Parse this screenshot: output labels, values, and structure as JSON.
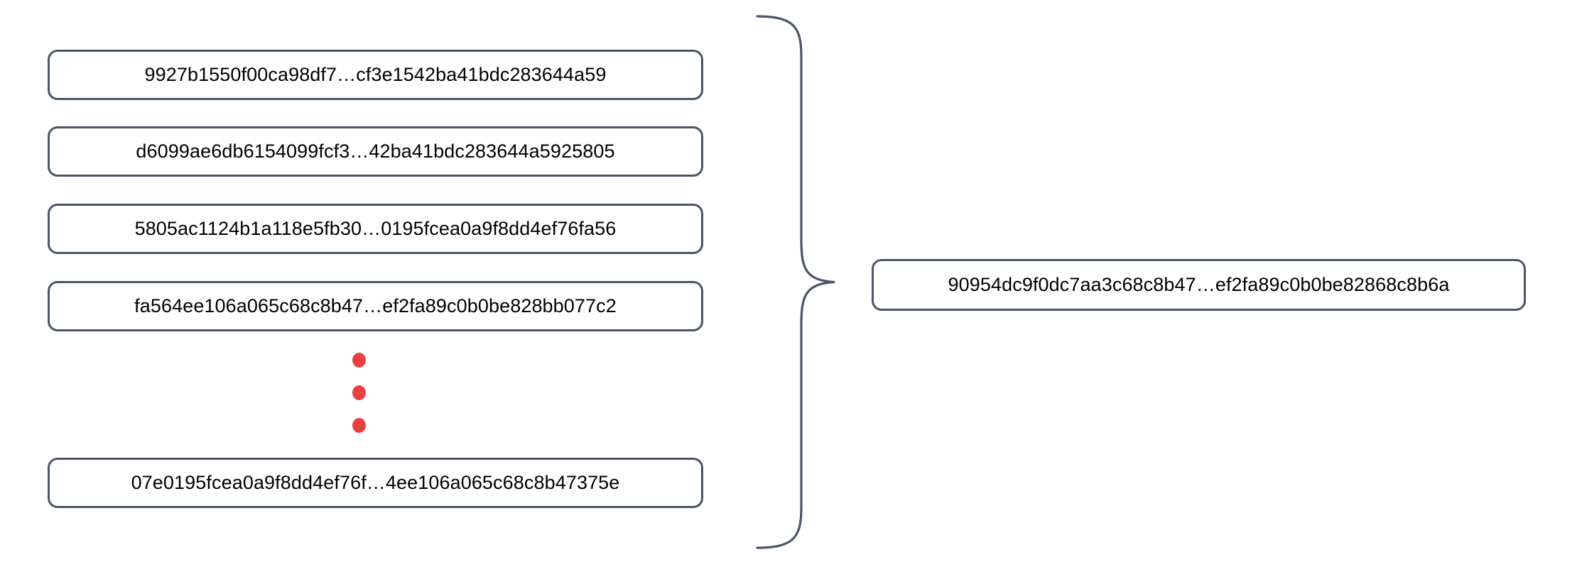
{
  "diagram": {
    "type": "hash-aggregation-brace",
    "title": "",
    "colors": {
      "box_border": "#4a5569",
      "box_fill": "#ffffff",
      "text": "#000000",
      "dot": "#e8413f",
      "brace_stroke": "#4a5569",
      "background": "#ffffff"
    },
    "inputs": {
      "group_label": "input-hash-list",
      "items": [
        {
          "id": "hash-1",
          "text": "9927b1550f00ca98df7…cf3e1542ba41bdc283644a59"
        },
        {
          "id": "hash-2",
          "text": "d6099ae6db6154099fcf3…42ba41bdc283644a5925805"
        },
        {
          "id": "hash-3",
          "text": "5805ac1124b1a118e5fb30…0195fcea0a9f8dd4ef76fa56"
        },
        {
          "id": "hash-4",
          "text": "fa564ee106a065c68c8b47…ef2fa89c0b0be828bb077c2"
        },
        {
          "id": "hash-last",
          "text": "07e0195fcea0a9f8dd4ef76f…4ee106a065c68c8b47375e"
        }
      ],
      "ellipsis": {
        "label": "vertical-ellipsis",
        "dot_count": 3,
        "glyph": "•"
      }
    },
    "connector": {
      "label": "right-curly-brace",
      "glyph": "}"
    },
    "output": {
      "group_label": "aggregated-hash",
      "item": {
        "id": "hash-root",
        "text": "90954dc9f0dc7aa3c68c8b47…ef2fa89c0b0be82868c8b6a"
      }
    }
  }
}
